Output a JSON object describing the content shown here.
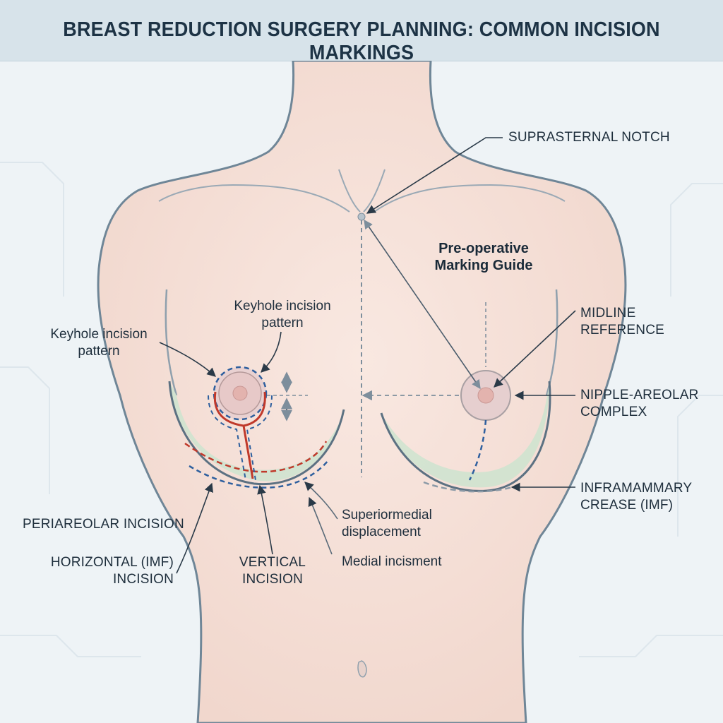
{
  "header": {
    "title": "BREAST REDUCTION SURGERY PLANNING: COMMON INCISION MARKINGS"
  },
  "guide_title": {
    "line1": "Pre-operative",
    "line2": "Marking Guide"
  },
  "labels": {
    "suprasternal_notch": "SUPRASTERNAL NOTCH",
    "keyhole_left": {
      "line1": "Keyhole incision",
      "line2": "pattern"
    },
    "keyhole_top": {
      "line1": "Keyhole incision",
      "line2": "pattern"
    },
    "midline_reference": {
      "line1": "MIDLINE",
      "line2": "REFERENCE"
    },
    "nipple_areolar": {
      "line1": "NIPPLE-AREOLAR",
      "line2": "COMPLEX"
    },
    "inframammary": {
      "line1": "INFRAMAMMARY",
      "line2": "CREASE (IMF)"
    },
    "periareolar": "PERIAREOLAR INCISION",
    "horizontal_imf": {
      "line1": "HORIZONTAL (IMF)",
      "line2": "INCISION"
    },
    "vertical_incision": {
      "line1": "VERTICAL",
      "line2": "INCISION"
    },
    "superiormedial": {
      "line1": "Superiormedial",
      "line2": "displacement"
    },
    "medial_incisment": "Medial incisment"
  },
  "colors": {
    "skin": "#f6e2da",
    "outline": "#6f8697",
    "incision_red": "#c0392b",
    "marking_blue": "#2e5f9e",
    "green_zone": "#cfe3cf",
    "header_bg": "#d7e3ea"
  }
}
